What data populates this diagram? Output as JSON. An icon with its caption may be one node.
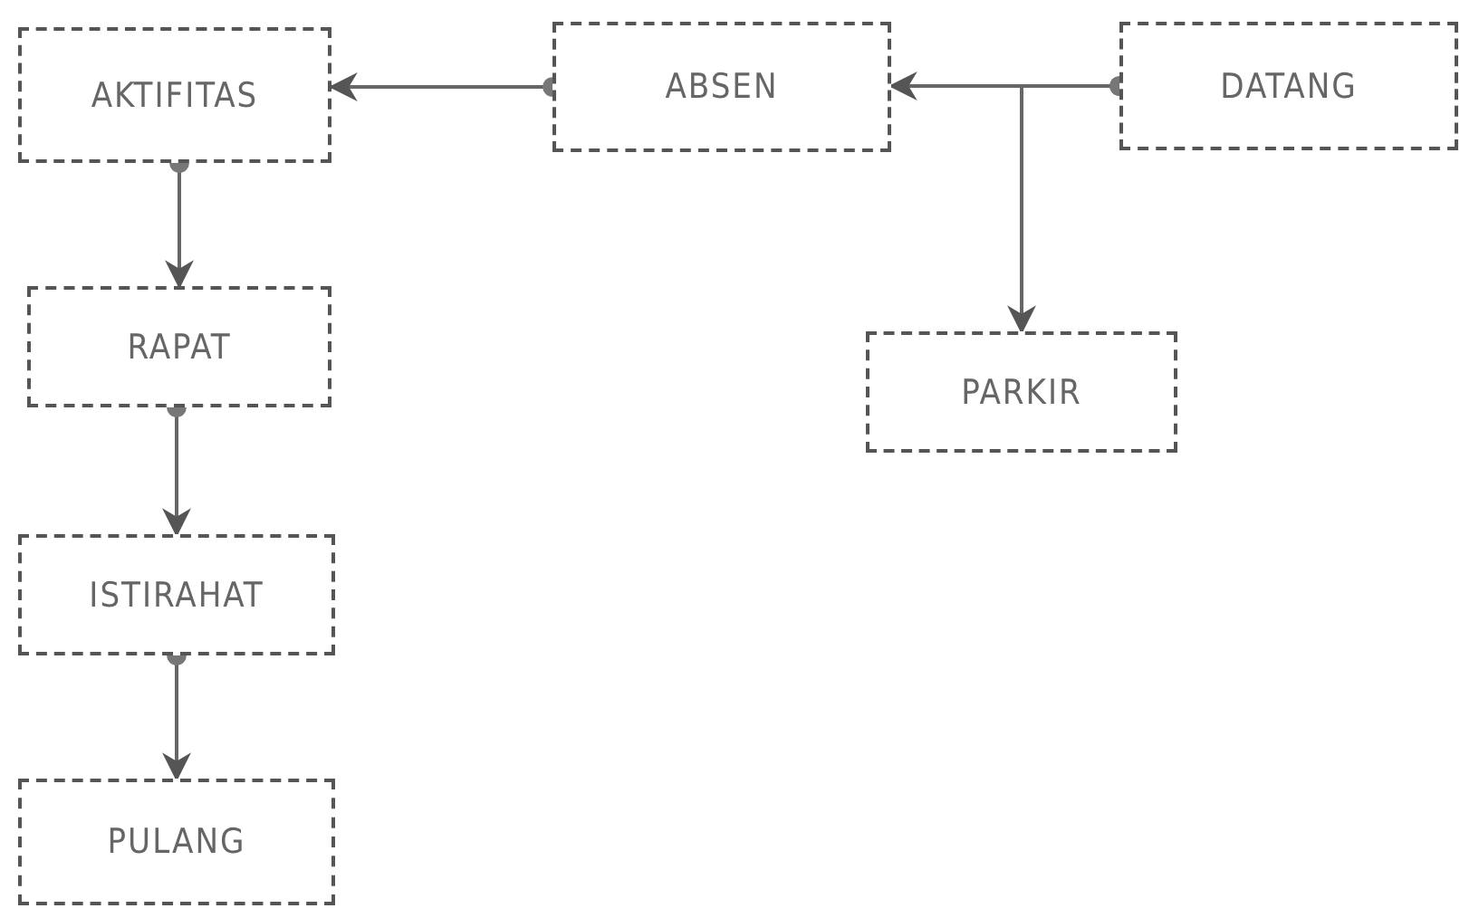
{
  "diagram": {
    "nodes": [
      {
        "text": [
          "DATANG"
        ]
      },
      {
        "text": [
          "ABSEN"
        ]
      },
      {
        "text": [
          "AKTIFITAS"
        ]
      },
      {
        "text": [
          "PARKIR"
        ]
      },
      {
        "text": [
          "RAPAT"
        ]
      },
      {
        "text": [
          "ISTIRAHAT"
        ]
      },
      {
        "text": [
          "PULANG"
        ]
      }
    ],
    "edges": [
      {
        "from": 0,
        "to": 1,
        "arrow": "to"
      },
      {
        "from": 1,
        "to": 2,
        "arrow": "to"
      },
      {
        "from": 0,
        "to": 3,
        "arrow": "to"
      },
      {
        "from": 2,
        "to": 4,
        "arrow": "to"
      },
      {
        "from": 4,
        "to": 5,
        "arrow": "to"
      },
      {
        "from": 5,
        "to": 6,
        "arrow": "to"
      }
    ]
  }
}
